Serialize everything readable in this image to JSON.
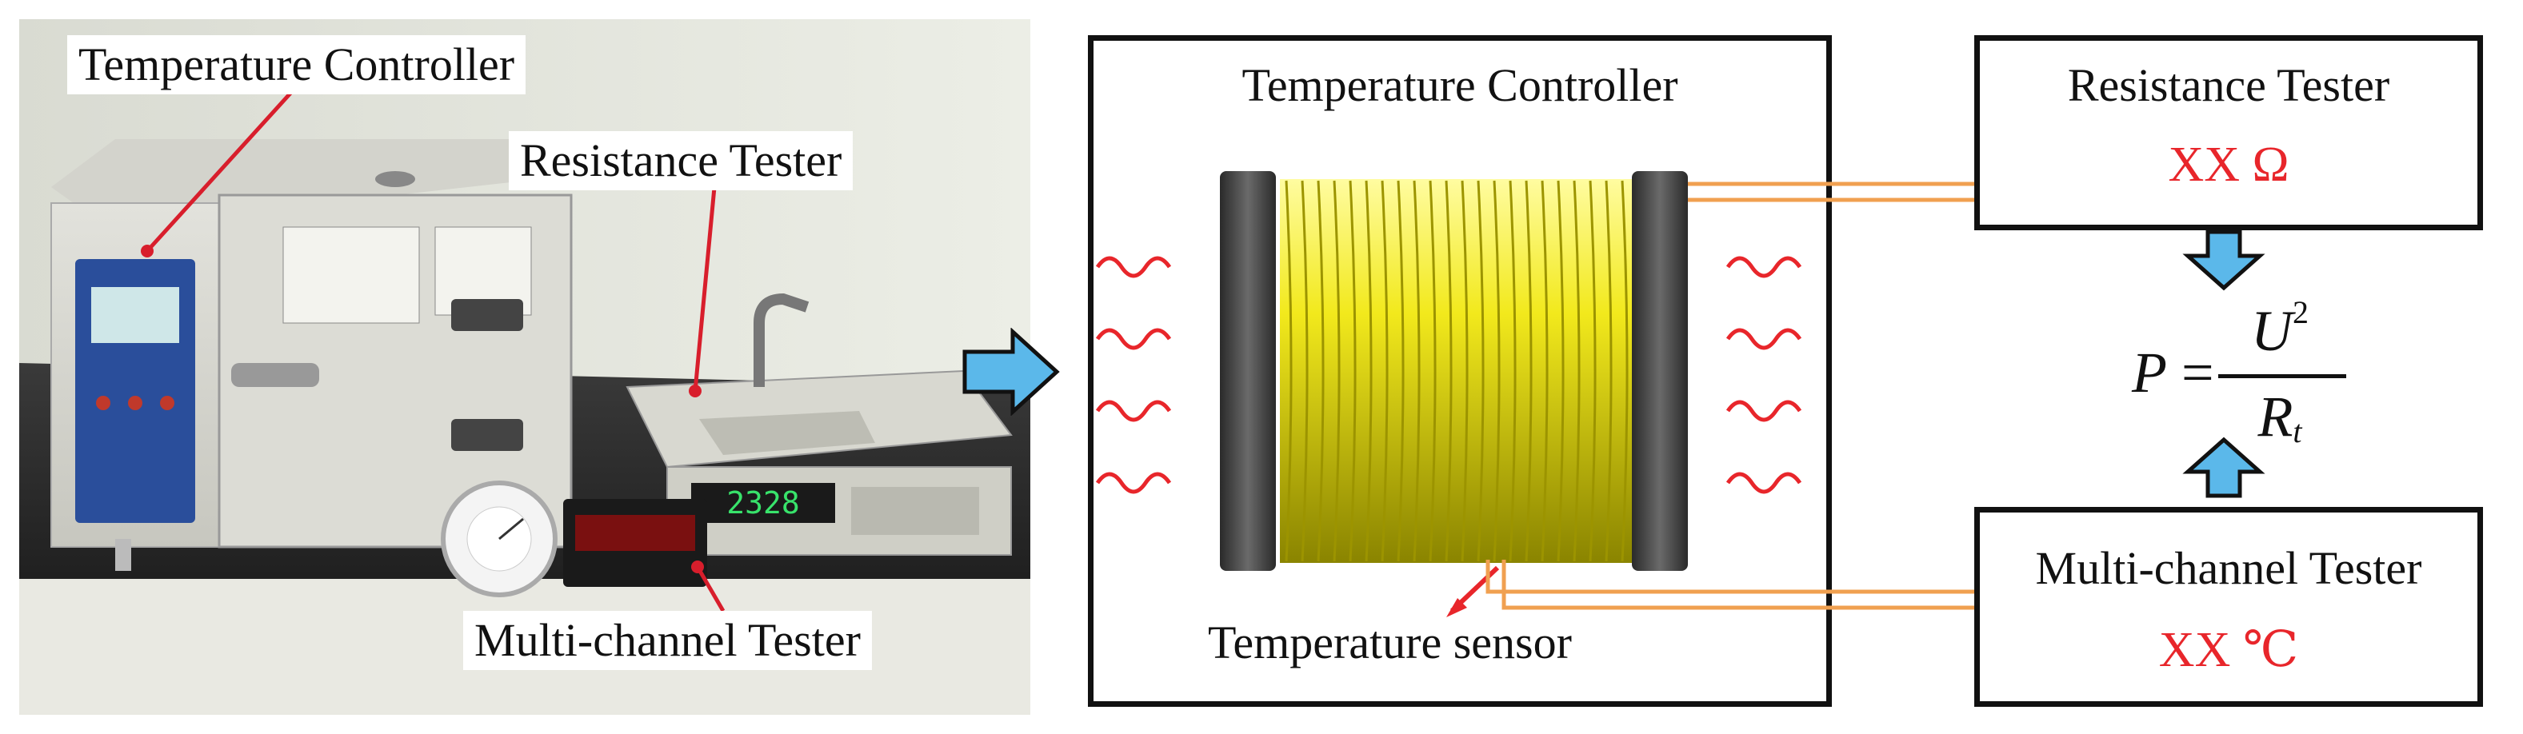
{
  "photo": {
    "callouts": {
      "temperature_controller": "Temperature Controller",
      "resistance_tester": "Resistance Tester",
      "multichannel_tester": "Multi-channel Tester"
    },
    "resistance_display": "2328"
  },
  "schematic": {
    "controller_title": "Temperature Controller",
    "resistance_title": "Resistance Tester",
    "resistance_value": "XX Ω",
    "multichannel_title": "Multi-channel Tester",
    "multichannel_value": "XX ℃",
    "sensor_label": "Temperature sensor",
    "formula": {
      "lhs": "P",
      "num": "U",
      "num_exp": "2",
      "den": "R",
      "den_sub": "t"
    }
  },
  "colors": {
    "coil": "#f2e91c",
    "wire": "#f0a050",
    "arrow": "#5bb8ea",
    "heat": "#e8262b",
    "value_text": "#e8262b"
  },
  "icons": [
    "right-arrow-icon",
    "down-arrow-icon",
    "up-arrow-icon",
    "heat-wave-icon"
  ]
}
